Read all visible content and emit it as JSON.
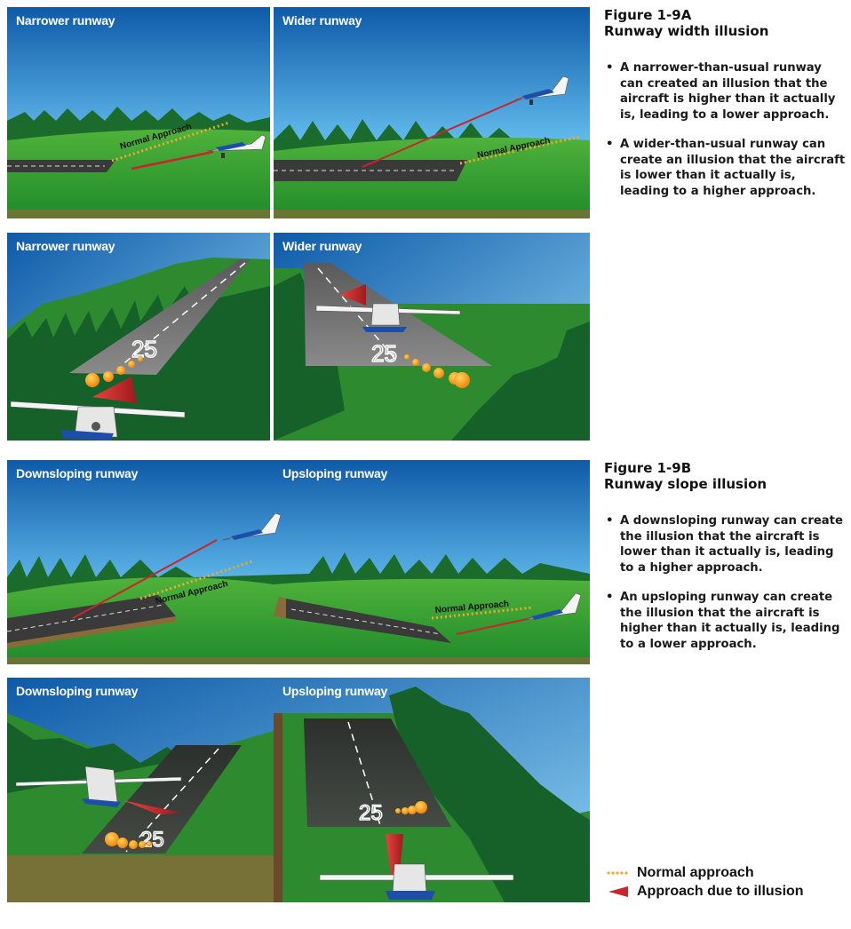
{
  "figure_a": {
    "title": "Figure 1-9A",
    "subtitle": "Runway width illusion",
    "bullets": [
      "A narrower-than-usual runway can created an illusion that the aircraft is higher than it actually is, leading to a lower approach.",
      "A wider-than-usual runway can create an illusion that the aircraft is lower than it actually is, leading to a higher approach."
    ]
  },
  "figure_b": {
    "title": "Figure 1-9B",
    "subtitle": "Runway slope illusion",
    "bullets": [
      "A downsloping runway can create the illusion that the aircraft is lower than it actually is, leading to a higher approach.",
      "An upsloping runway can create the illusion that the aircraft is higher than it actually is, leading to a lower approach."
    ]
  },
  "panels": {
    "p1": "Narrower runway",
    "p2": "Wider runway",
    "p3": "Narrower runway",
    "p4": "Wider runway",
    "p5": "Downsloping runway",
    "p6": "Upsloping runway",
    "p7": "Downsloping runway",
    "p8": "Upsloping runway"
  },
  "annotations": {
    "normal_approach": "Normal Approach",
    "runway_number": "25"
  },
  "legend": {
    "normal": "Normal approach",
    "illusion": "Approach due to illusion"
  },
  "colors": {
    "sky_top": "#1565b4",
    "sky_bottom": "#8fd3f4",
    "grass": "#2f9a2c",
    "tree": "#16612a",
    "normal_approach": "#f0a830",
    "illusion_approach": "#c8262c"
  }
}
